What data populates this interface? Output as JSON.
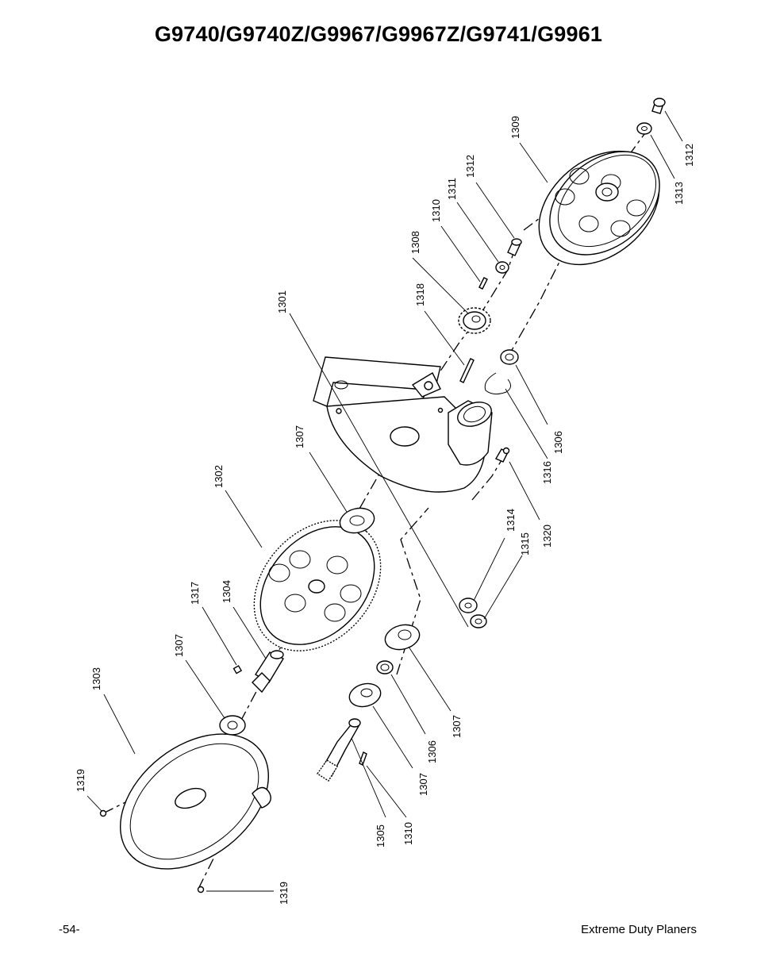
{
  "page": {
    "title": "G9740/G9740Z/G9967/G9967Z/G9741/G9961",
    "page_number": "-54-",
    "document_name": "Extreme Duty Planers"
  },
  "callouts": [
    {
      "id": "c1301",
      "text": "1301"
    },
    {
      "id": "c1302",
      "text": "1302"
    },
    {
      "id": "c1303",
      "text": "1303"
    },
    {
      "id": "c1304",
      "text": "1304"
    },
    {
      "id": "c1305",
      "text": "1305"
    },
    {
      "id": "c1306a",
      "text": "1306"
    },
    {
      "id": "c1306b",
      "text": "1306"
    },
    {
      "id": "c1307a",
      "text": "1307"
    },
    {
      "id": "c1307b",
      "text": "1307"
    },
    {
      "id": "c1307c",
      "text": "1307"
    },
    {
      "id": "c1307d",
      "text": "1307"
    },
    {
      "id": "c1308",
      "text": "1308"
    },
    {
      "id": "c1309",
      "text": "1309"
    },
    {
      "id": "c1310a",
      "text": "1310"
    },
    {
      "id": "c1310b",
      "text": "1310"
    },
    {
      "id": "c1311",
      "text": "1311"
    },
    {
      "id": "c1312a",
      "text": "1312"
    },
    {
      "id": "c1312b",
      "text": "1312"
    },
    {
      "id": "c1313",
      "text": "1313"
    },
    {
      "id": "c1314",
      "text": "1314"
    },
    {
      "id": "c1315",
      "text": "1315"
    },
    {
      "id": "c1316",
      "text": "1316"
    },
    {
      "id": "c1317",
      "text": "1317"
    },
    {
      "id": "c1318",
      "text": "1318"
    },
    {
      "id": "c1319a",
      "text": "1319"
    },
    {
      "id": "c1319b",
      "text": "1319"
    },
    {
      "id": "c1320",
      "text": "1320"
    }
  ]
}
